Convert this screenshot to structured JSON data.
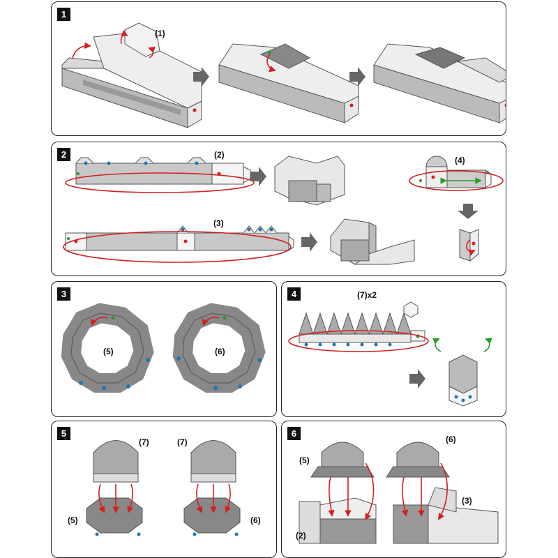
{
  "steps": [
    {
      "number": "1",
      "labels": [
        "(1)"
      ]
    },
    {
      "number": "2",
      "labels": [
        "(2)",
        "(3)",
        "(4)"
      ]
    },
    {
      "number": "3",
      "labels": [
        "(5)",
        "(6)"
      ]
    },
    {
      "number": "4",
      "labels": [
        "(7)x2"
      ]
    },
    {
      "number": "5",
      "labels": [
        "(7)",
        "(7)",
        "(5)",
        "(6)"
      ]
    },
    {
      "number": "6",
      "labels": [
        "(5)",
        "(6)",
        "(3)",
        "(2)"
      ]
    }
  ],
  "colors": {
    "arrow_red": "#d42020",
    "arrow_green": "#2a9a2a",
    "dot_blue": "#1f77b4",
    "dot_green": "#2f8f2f",
    "flow_arrow": "#666666",
    "building_fill": "#c8c8c8",
    "building_dark": "#8a8a8a"
  },
  "icons": {
    "flow": "right-arrow-icon",
    "flow_down": "down-arrow-icon"
  }
}
